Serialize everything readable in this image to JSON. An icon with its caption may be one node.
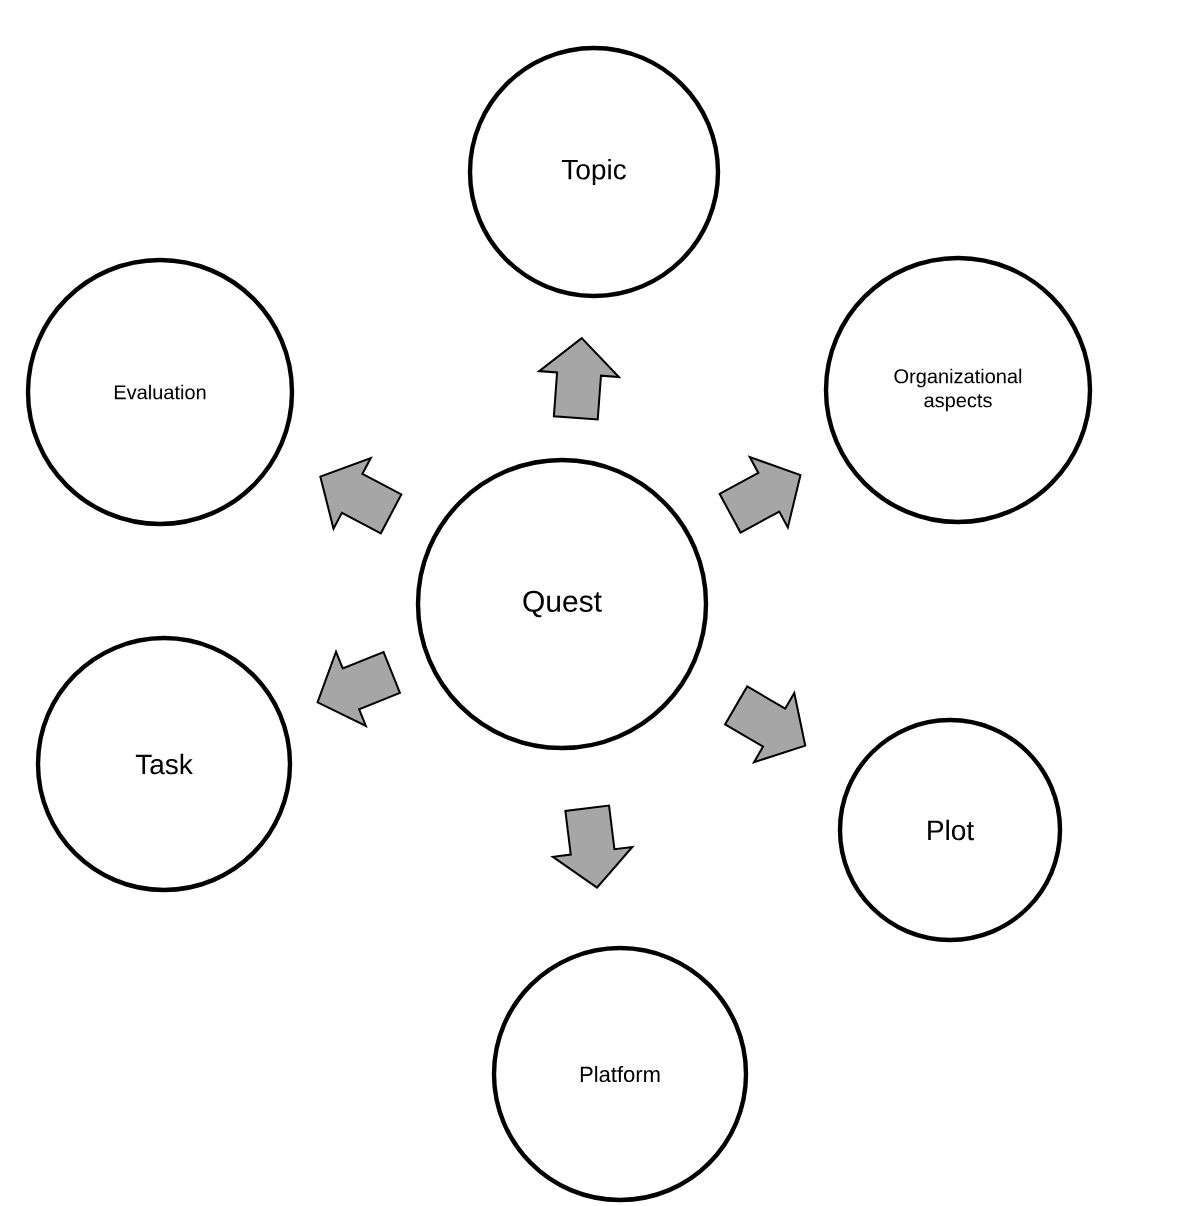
{
  "diagram": {
    "nodes": [
      {
        "text": [
          "Topic"
        ]
      },
      {
        "text": [
          "Evaluation"
        ]
      },
      {
        "text": [
          "Organizational aspects"
        ]
      },
      {
        "text": [
          "Quest"
        ]
      },
      {
        "text": [
          "Task"
        ]
      },
      {
        "text": [
          "Plot"
        ]
      },
      {
        "text": [
          "Platform"
        ]
      }
    ],
    "edges": [
      {
        "from": 3,
        "to": 0,
        "arrow": "to"
      },
      {
        "from": 3,
        "to": 1,
        "arrow": "to"
      },
      {
        "from": 3,
        "to": 2,
        "arrow": "to"
      },
      {
        "from": 3,
        "to": 4,
        "arrow": "to"
      },
      {
        "from": 3,
        "to": 5,
        "arrow": "to"
      },
      {
        "from": 3,
        "to": 6,
        "arrow": "to"
      }
    ]
  }
}
